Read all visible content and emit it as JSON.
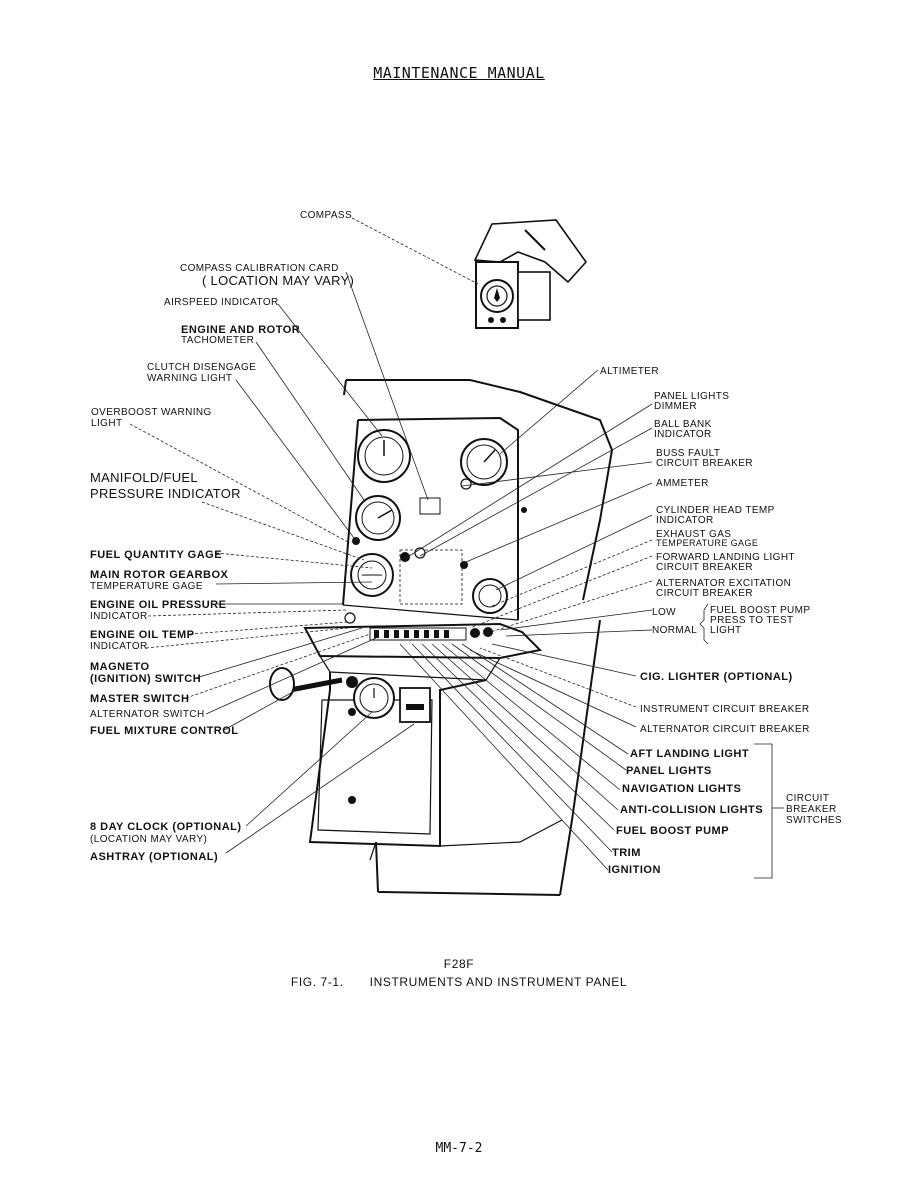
{
  "header": {
    "title": "MAINTENANCE MANUAL"
  },
  "labels": {
    "compass": "COMPASS",
    "cal_card_1": "COMPASS CALIBRATION CARD",
    "cal_card_2": "( LOCATION MAY VARY)",
    "airspeed": "AIRSPEED INDICATOR",
    "tach_1": "ENGINE AND ROTOR",
    "tach_2": "TACHOMETER",
    "clutch_1": "CLUTCH DISENGAGE",
    "clutch_2": "WARNING LIGHT",
    "overboost_1": "OVERBOOST WARNING",
    "overboost_2": "LIGHT",
    "manifold_1": "MANIFOLD/FUEL",
    "manifold_2": "PRESSURE INDICATOR",
    "fuel_qty": "FUEL QUANTITY GAGE",
    "gearbox_1": "MAIN ROTOR GEARBOX",
    "gearbox_2": "TEMPERATURE GAGE",
    "oil_press_1": "ENGINE OIL PRESSURE",
    "oil_press_2": "INDICATOR",
    "oil_temp_1": "ENGINE OIL TEMP",
    "oil_temp_2": "INDICATOR",
    "magneto_1": "MAGNETO",
    "magneto_2": "(IGNITION) SWITCH",
    "master": "MASTER SWITCH",
    "alternator_sw": "ALTERNATOR SWITCH",
    "mixture": "FUEL MIXTURE CONTROL",
    "clock_1": "8 DAY CLOCK (OPTIONAL)",
    "clock_2": "(LOCATION MAY VARY)",
    "ashtray": "ASHTRAY (OPTIONAL)",
    "altimeter": "ALTIMETER",
    "panel_dimmer_1": "PANEL LIGHTS",
    "panel_dimmer_2": "DIMMER",
    "ball_bank_1": "BALL BANK",
    "ball_bank_2": "INDICATOR",
    "buss_1": "BUSS FAULT",
    "buss_2": "CIRCUIT BREAKER",
    "ammeter": "AMMETER",
    "cht_1": "CYLINDER HEAD TEMP",
    "cht_2": "INDICATOR",
    "egt_1": "EXHAUST GAS",
    "egt_2": "TEMPERATURE GAGE",
    "fwd_landing_1": "FORWARD LANDING LIGHT",
    "fwd_landing_2": "CIRCUIT BREAKER",
    "alt_exc_1": "ALTERNATOR EXCITATION",
    "alt_exc_2": "CIRCUIT BREAKER",
    "low": "LOW",
    "normal": "NORMAL",
    "boost_1": "FUEL BOOST PUMP",
    "boost_2": "PRESS TO TEST",
    "boost_3": "LIGHT",
    "cig": "CIG. LIGHTER (OPTIONAL)",
    "instr_cb": "INSTRUMENT CIRCUIT BREAKER",
    "alt_cb": "ALTERNATOR CIRCUIT BREAKER",
    "aft_landing": "AFT LANDING LIGHT",
    "panel_lights": "PANEL LIGHTS",
    "nav_lights": "NAVIGATION LIGHTS",
    "anticoll": "ANTI-COLLISION LIGHTS",
    "fuel_boost": "FUEL BOOST PUMP",
    "trim": "TRIM",
    "ignition": "IGNITION",
    "cb_switches_1": "CIRCUIT",
    "cb_switches_2": "BREAKER",
    "cb_switches_3": "SWITCHES"
  },
  "caption": {
    "model": "F28F",
    "fig_number": "FIG. 7-1.",
    "fig_title": "INSTRUMENTS AND INSTRUMENT PANEL"
  },
  "footer": {
    "page": "MM-7-2"
  }
}
